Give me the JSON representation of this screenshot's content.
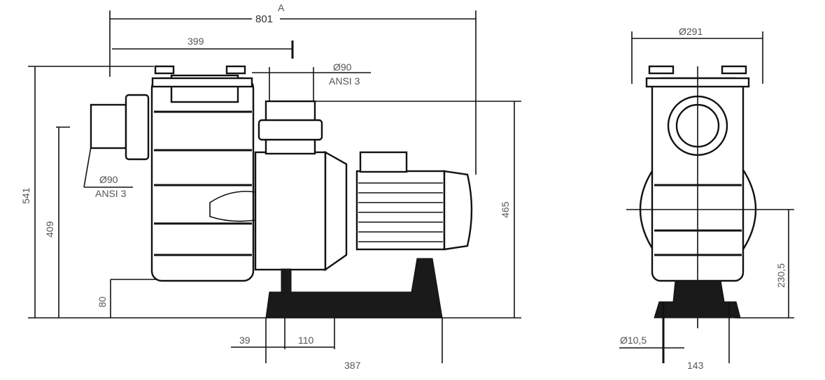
{
  "drawing": {
    "side_view": {
      "overall_length": "801",
      "marker": "A",
      "inlet_offset": "399",
      "outlet_label": {
        "diameter": "Ø90",
        "standard": "ANSI 3"
      },
      "inlet_label": {
        "diameter": "Ø90",
        "standard": "ANSI 3"
      },
      "total_height": "541",
      "inlet_height": "409",
      "base_height": "80",
      "outlet_height": "465",
      "foot_offset": "39",
      "foot_spacing": "110",
      "base_length": "387"
    },
    "front_view": {
      "width": "Ø291",
      "axis_height": "230,5",
      "bolt_hole": "Ø10,5",
      "foot_width": "143"
    }
  }
}
